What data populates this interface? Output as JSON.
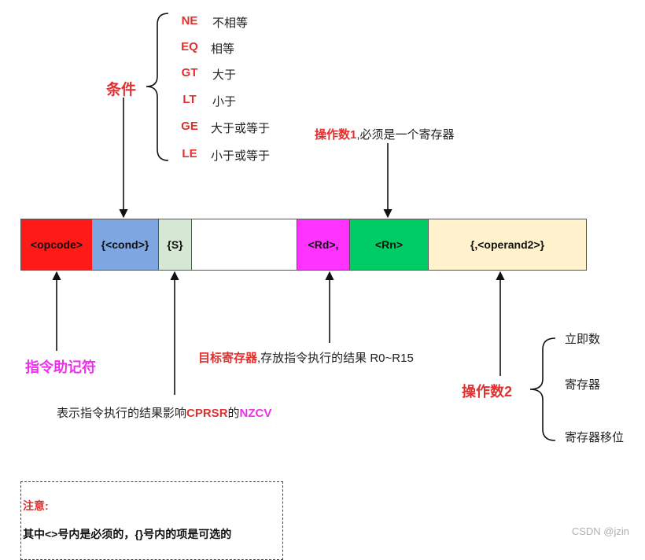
{
  "conditions": {
    "title": "条件",
    "items": [
      {
        "code": "NE",
        "meaning": "不相等"
      },
      {
        "code": "EQ",
        "meaning": "相等"
      },
      {
        "code": "GT",
        "meaning": "大于"
      },
      {
        "code": "LT",
        "meaning": "小于"
      },
      {
        "code": "GE",
        "meaning": "大于或等于"
      },
      {
        "code": "LE",
        "meaning": "小于或等于"
      }
    ]
  },
  "operand1": {
    "bold": "操作数1",
    "rest": ",必须是一个寄存器"
  },
  "fields": [
    {
      "label": "<opcode>",
      "color": "#ff1a1a"
    },
    {
      "label": "{<cond>}",
      "color": "#7ea6e0"
    },
    {
      "label": "{S}",
      "color": "#d5e8d4"
    },
    {
      "label": "",
      "color": "#ffffff"
    },
    {
      "label": "<Rd>,",
      "color": "#ff33ff"
    },
    {
      "label": "<Rn>",
      "color": "#00cc66"
    },
    {
      "label": "{,<operand2>}",
      "color": "#fff2cc"
    }
  ],
  "mnemonic": "指令助记符",
  "dest": {
    "bold": "目标寄存器",
    "rest": ",存放指令执行的结果 R0~R15"
  },
  "sflag": {
    "prefix": "表示指令执行的结果影响",
    "cpsr": "CPRSR",
    "mid": "的",
    "nzcv": "NZCV"
  },
  "operand2": {
    "title": "操作数2",
    "items": [
      "立即数",
      "寄存器",
      "寄存器移位"
    ]
  },
  "note": {
    "title": "注意:",
    "text": "其中<>号内是必须的，{}号内的项是可选的"
  },
  "watermark": "CSDN @jzin",
  "colors": {
    "accent_red": "#e03030",
    "magenta": "#ee30ee"
  }
}
